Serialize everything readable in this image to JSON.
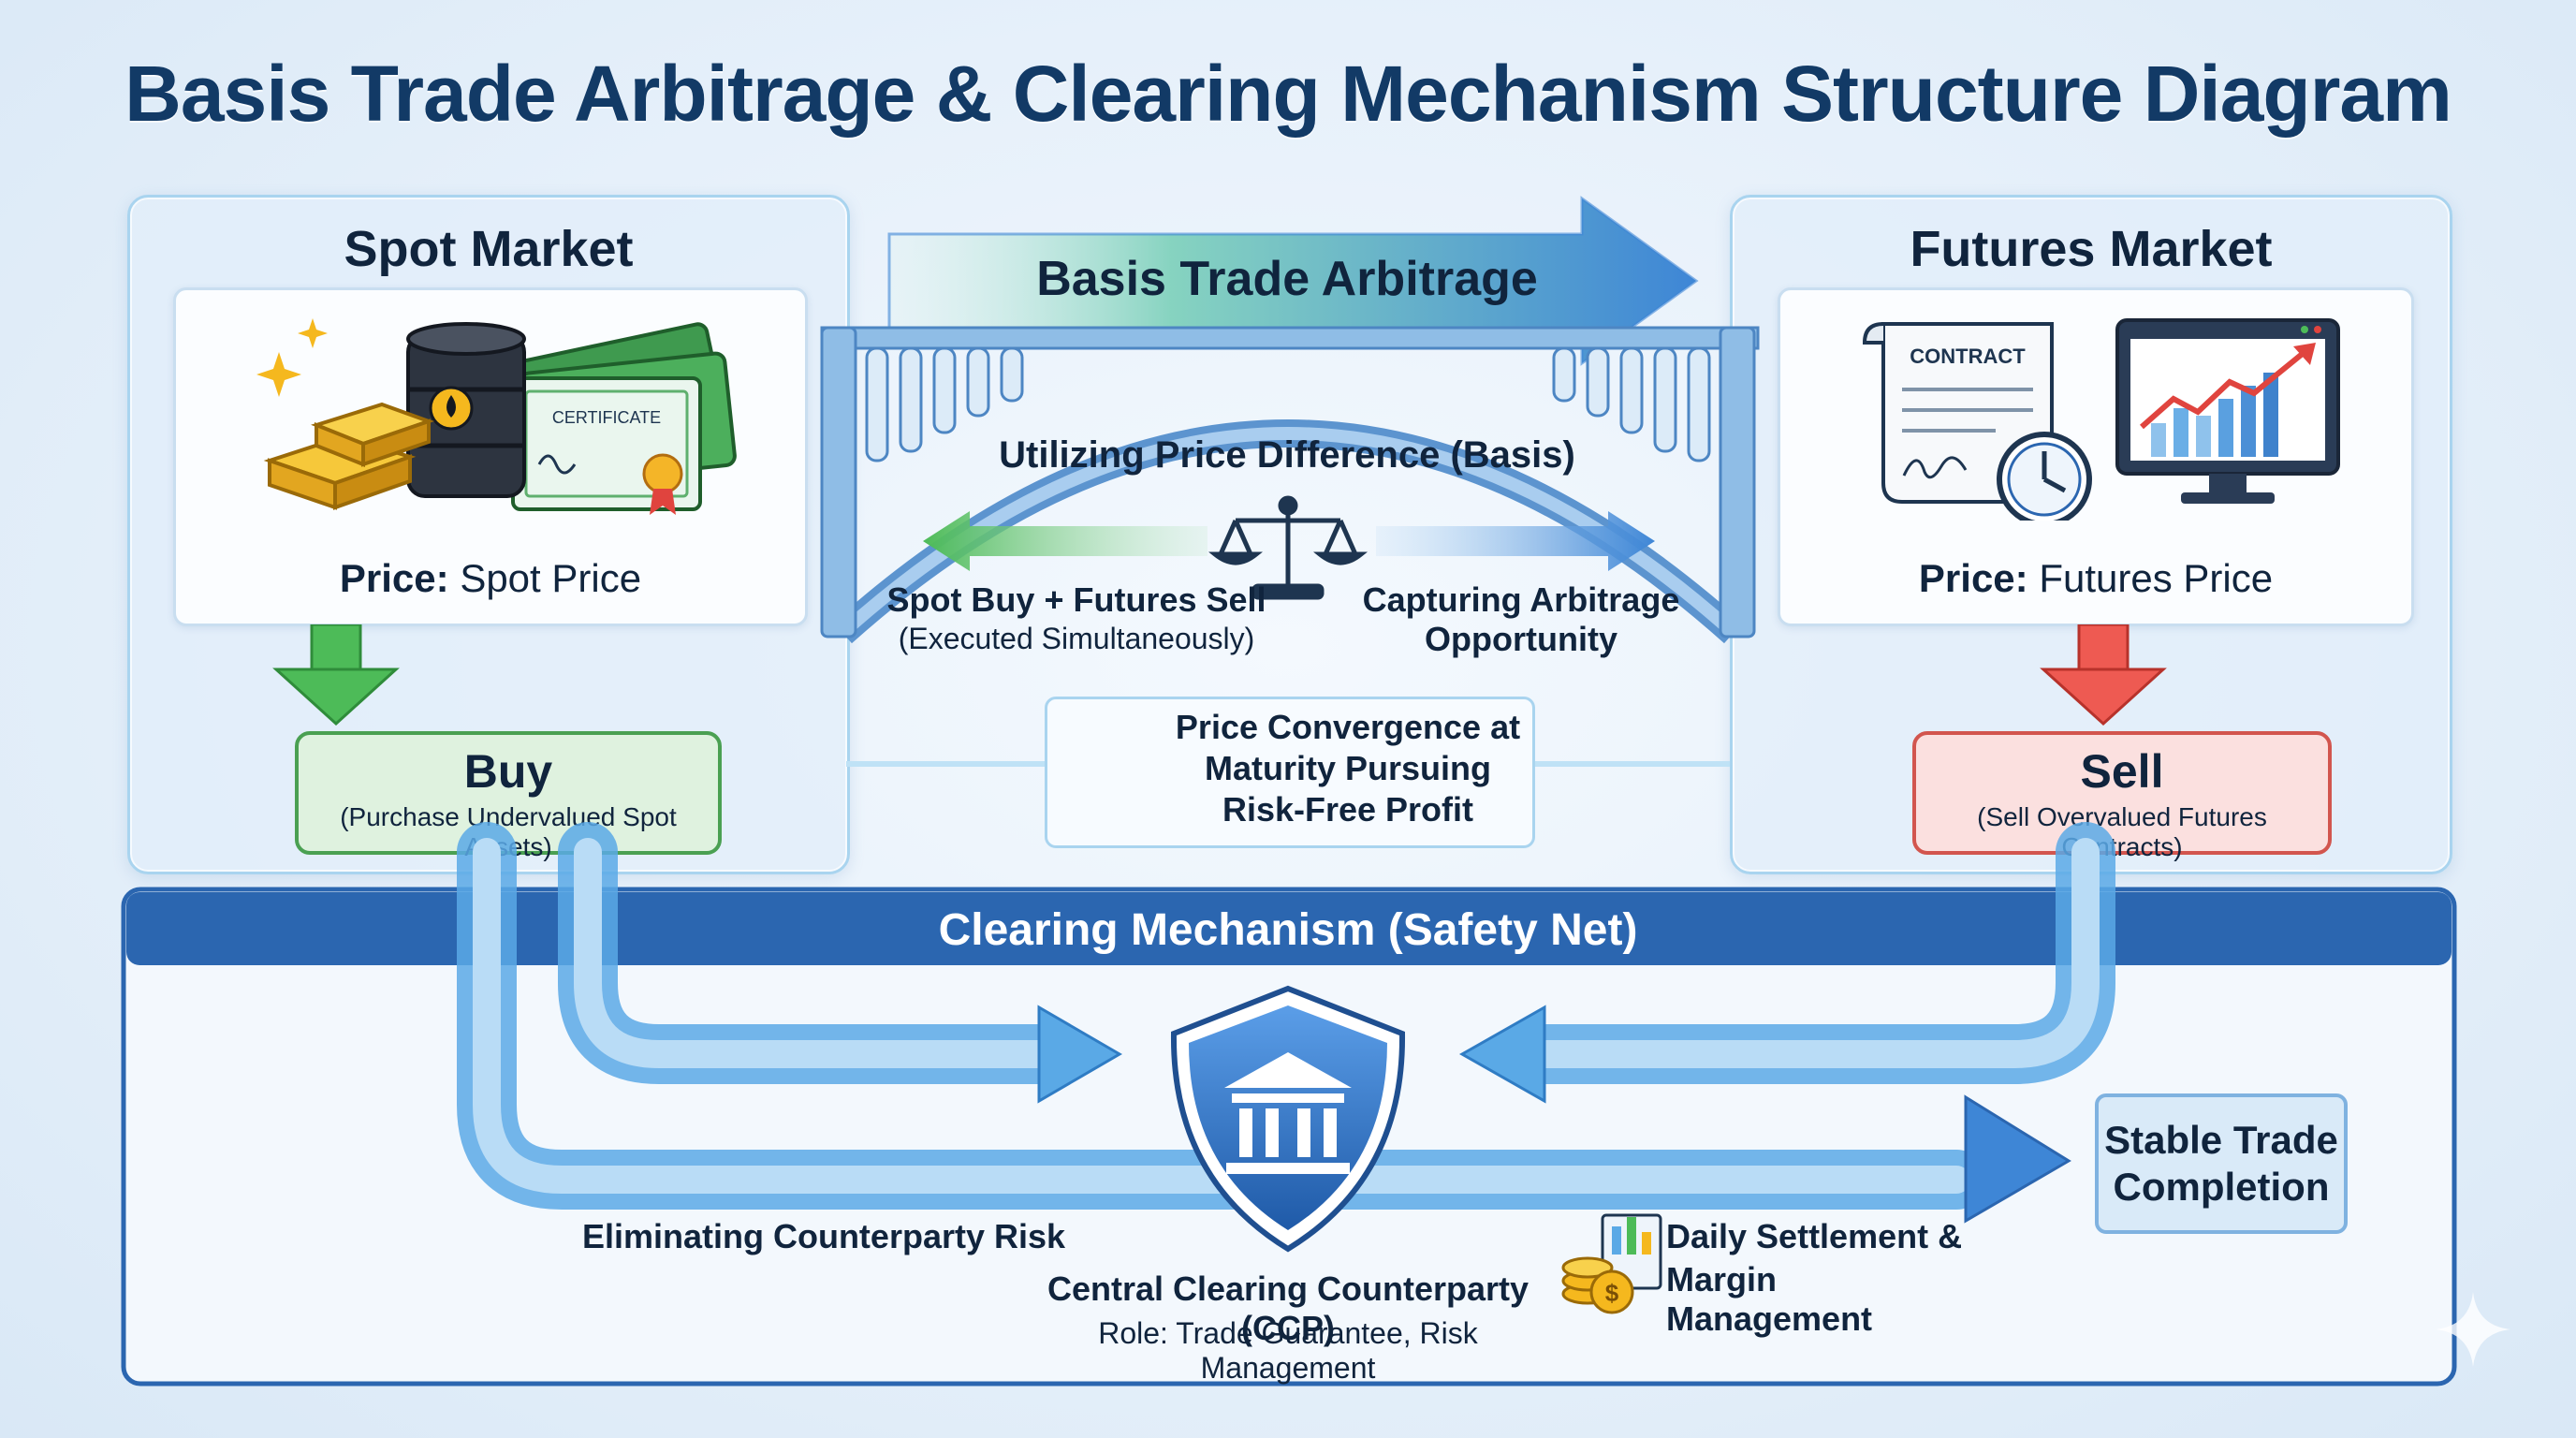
{
  "title": "Basis Trade Arbitrage & Clearing Mechanism Structure Diagram",
  "spot": {
    "title": "Spot Market",
    "certificate": "CERTIFICATE",
    "price_label": "Price:",
    "price_value": "Spot Price",
    "action": "Buy",
    "action_detail": "(Purchase Undervalued Spot Assets)"
  },
  "futures": {
    "title": "Futures Market",
    "contract": "CONTRACT",
    "price_label": "Price:",
    "price_value": "Futures Price",
    "action": "Sell",
    "action_detail": "(Sell Overvalued Futures Contracts)"
  },
  "arbitrage": {
    "banner": "Basis Trade Arbitrage",
    "basis": "Utilizing Price Difference (Basis)",
    "left_line1": "Spot Buy + Futures Sell",
    "left_line2": "(Executed Simultaneously)",
    "right_line1": "Capturing Arbitrage",
    "right_line2": "Opportunity",
    "convergence_line1": "Price Convergence at",
    "convergence_line2": "Maturity Pursuing",
    "convergence_line3": "Risk-Free Profit"
  },
  "clearing": {
    "header": "Clearing Mechanism (Safety Net)",
    "counterparty": "Eliminating Counterparty Risk",
    "ccp": "Central Clearing Counterparty (CCP)",
    "role": "Role: Trade Guarantee, Risk Management",
    "settlement_line1": "Daily Settlement &",
    "settlement_line2": "Margin Management",
    "completion_line1": "Stable Trade",
    "completion_line2": "Completion"
  },
  "colors": {
    "title": "#123a66",
    "buy_green": "#3fae4a",
    "sell_red": "#e0443e",
    "clearing_blue": "#2b66b0",
    "flow_blue": "#5aa9e6"
  }
}
